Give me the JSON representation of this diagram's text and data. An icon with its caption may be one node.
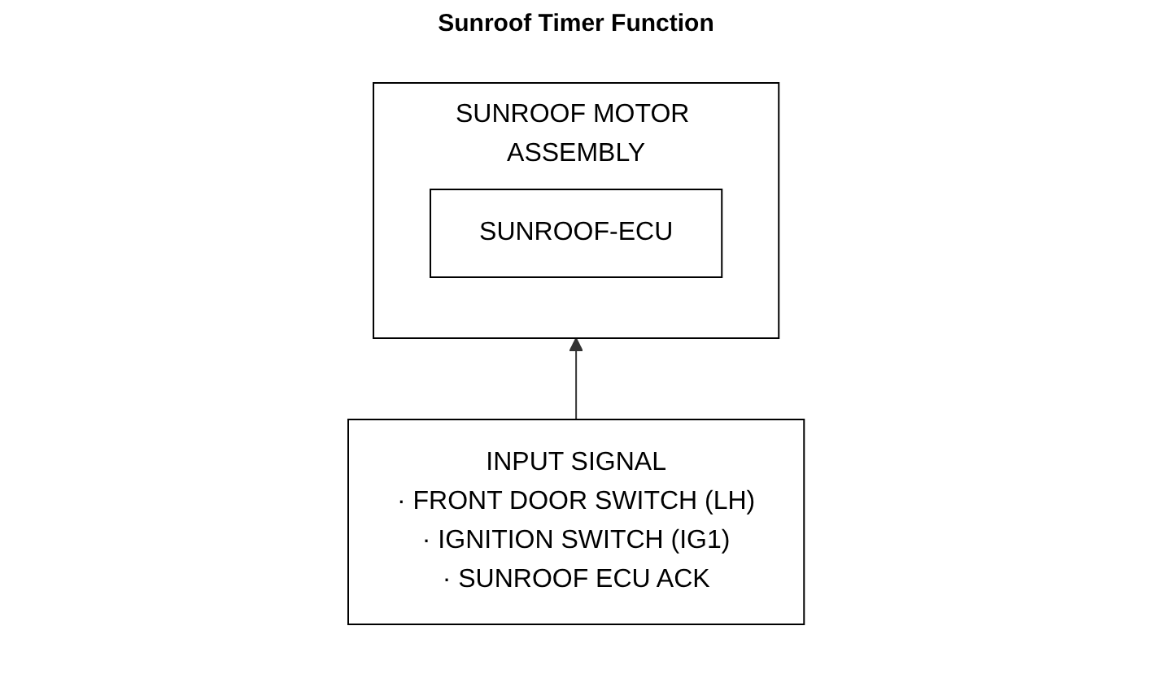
{
  "diagram": {
    "title": "Sunroof Timer Function",
    "nodes": [
      {
        "text": [
          "SUNROOF MOTOR ASSEMBLY"
        ]
      },
      {
        "text": [
          "SUNROOF-ECU"
        ],
        "in": 0
      },
      {
        "text": [
          "INPUT SIGNAL",
          "· FRONT DOOR SWITCH (LH)",
          "· IGNITION SWITCH (IG1)",
          "· SUNROOF ECU ACK"
        ]
      }
    ],
    "edges": [
      {
        "from": 2,
        "to": 0,
        "arrow": "to"
      }
    ]
  }
}
